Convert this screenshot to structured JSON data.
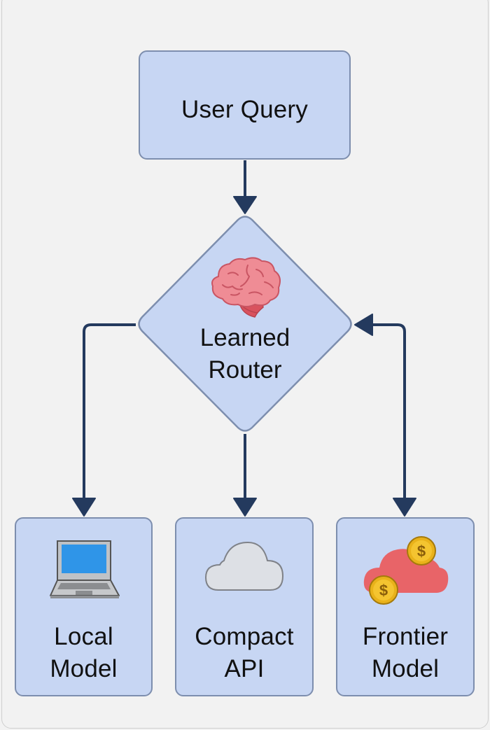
{
  "diagram": {
    "type": "flowchart",
    "colors": {
      "background": "#f2f2f2",
      "node_fill": "#c7d6f3",
      "node_border": "#7d8eae",
      "connector": "#243a5e",
      "text": "#111111"
    },
    "nodes": {
      "user_query": {
        "label": "User Query",
        "shape": "rounded-rectangle"
      },
      "router": {
        "label": "Learned\nRouter",
        "shape": "diamond",
        "icon": "brain-icon"
      },
      "local_model": {
        "label": "Local\nModel",
        "shape": "rounded-rectangle",
        "icon": "laptop-icon"
      },
      "compact_api": {
        "label": "Compact\nAPI",
        "shape": "rounded-rectangle",
        "icon": "cloud-icon"
      },
      "frontier_model": {
        "label": "Frontier\nModel",
        "shape": "rounded-rectangle",
        "icon": "cloud-with-coins-icon"
      }
    },
    "edges": [
      {
        "from": "User Query",
        "to": "Learned Router",
        "direction": "forward"
      },
      {
        "from": "Learned Router",
        "to": "Local Model",
        "direction": "forward"
      },
      {
        "from": "Learned Router",
        "to": "Compact API",
        "direction": "forward"
      },
      {
        "from": "Learned Router",
        "to": "Frontier Model",
        "direction": "bidirectional"
      }
    ]
  }
}
